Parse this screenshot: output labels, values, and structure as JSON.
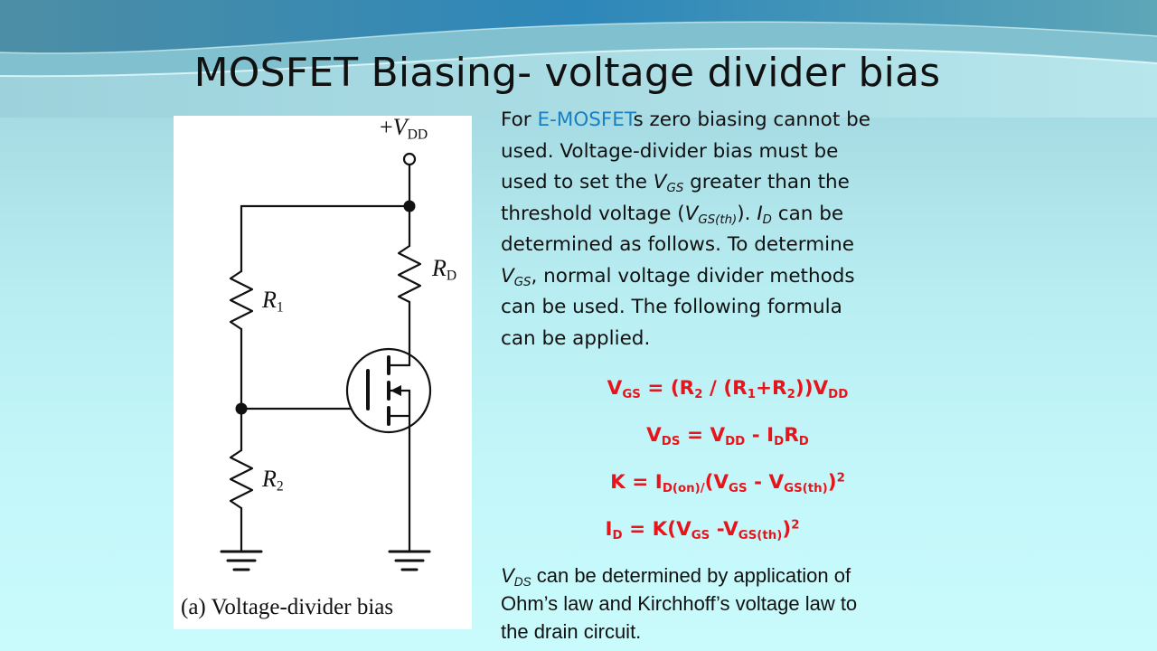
{
  "slide": {
    "title": "MOSFET Biasing- voltage divider bias"
  },
  "figure": {
    "vdd_prefix": "+",
    "vdd_var": "V",
    "vdd_sub": "DD",
    "rd_var": "R",
    "rd_sub": "D",
    "r1_var": "R",
    "r1_sub": "1",
    "r2_var": "R",
    "r2_sub": "2",
    "caption": "(a) Voltage-divider bias"
  },
  "body": {
    "l1_a": "For ",
    "l1_hl": "E-MOSFET",
    "l1_b": "s zero biasing cannot be",
    "l2": "used. Voltage-divider bias must be",
    "l3_a": "used to set the ",
    "l3_var": "V",
    "l3_sub": "GS",
    "l3_b": " greater than the",
    "l4_a": "threshold voltage (",
    "l4_var": "V",
    "l4_sub": "GS(th)",
    "l4_b": "). ",
    "l4_var2": "I",
    "l4_sub2": "D",
    "l4_c": " can be",
    "l5": "determined as follows. To determine",
    "l6_var": "V",
    "l6_sub": "GS",
    "l6_b": ", normal voltage divider methods",
    "l7": "can be used. The following formula",
    "l8": "can be applied."
  },
  "formulas": {
    "f1": {
      "a": "V",
      "a_sub": "GS",
      "b": " = (R",
      "b_sub": "2",
      "c": " / (R",
      "c_sub": "1",
      "d": "+R",
      "d_sub": "2",
      "e": "))V",
      "e_sub": "DD"
    },
    "f2": {
      "a": "V",
      "a_sub": "DS",
      "b": " = V",
      "b_sub": "DD",
      "c": " - I",
      "c_sub": "D",
      "d": "R",
      "d_sub": "D"
    },
    "f3": {
      "a": "K = I",
      "a_sub": "D(on)/",
      "b": "(V",
      "b_sub": "GS",
      "c": " - V",
      "c_sub": "GS(th)",
      "d": ")",
      "d_sup": "2"
    },
    "f4": {
      "a": "I",
      "a_sub": "D",
      "b": " = K(V",
      "b_sub": "GS",
      "c": " -V",
      "c_sub": "GS(th)",
      "d": ")",
      "d_sup": "2"
    }
  },
  "bottom": {
    "l1_var": "V",
    "l1_sub": "DS",
    "l1_b": " can be determined by application of",
    "l2": "Ohm’s law and Kirchhoff’s voltage law to",
    "l3": "the drain circuit."
  },
  "colors": {
    "highlight": "#1a7fc1",
    "formula": "#e8141b"
  }
}
